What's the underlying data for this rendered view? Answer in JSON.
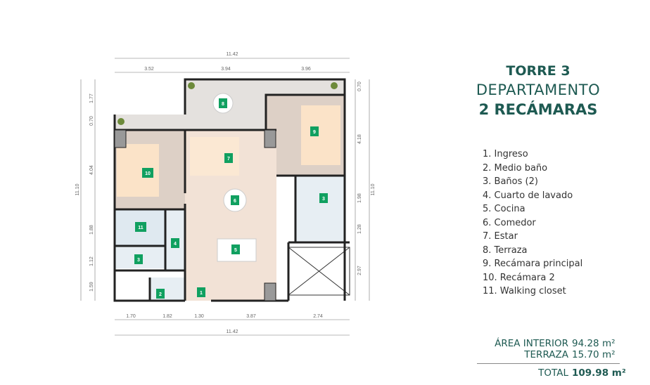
{
  "header": {
    "line1": "TORRE 3",
    "line2": "DEPARTAMENTO",
    "line3": "2 RECÁMARAS"
  },
  "legend": [
    "1.  Ingreso",
    "2. Medio baño",
    "3. Baños (2)",
    "4. Cuarto de lavado",
    "5. Cocina",
    "6. Comedor",
    "7. Estar",
    "8. Terraza",
    "9. Recámara principal",
    "10. Recámara 2",
    "11. Walking closet"
  ],
  "areas": {
    "interior_label": "ÁREA INTERIOR",
    "interior_value": "94.28 m²",
    "terrace_label": "TERRAZA",
    "terrace_value": "15.70 m²",
    "total_label": "TOTAL",
    "total_value": "109.98 m²"
  },
  "plan": {
    "room_tags": [
      "1",
      "2",
      "3",
      "3",
      "4",
      "5",
      "6",
      "7",
      "8",
      "9",
      "10",
      "11"
    ],
    "dims_top": {
      "total": "11.42",
      "parts": [
        "3.52",
        "3.94",
        "3.96"
      ]
    },
    "dims_bottom": {
      "total": "11.42",
      "parts": [
        "1.70",
        "1.82",
        "1.30",
        "3.87",
        "2.74"
      ]
    },
    "dims_left": {
      "total": "11.10",
      "parts": [
        "1.77",
        "0.70",
        "4.04",
        "1.88",
        "1.12",
        "1.59"
      ]
    },
    "dims_right": {
      "total": "11.10",
      "parts": [
        "0.70",
        "4.18",
        "1.98",
        "1.28",
        "2.97"
      ]
    }
  },
  "colors": {
    "brand": "#1e5a52",
    "tag": "#10a060"
  }
}
